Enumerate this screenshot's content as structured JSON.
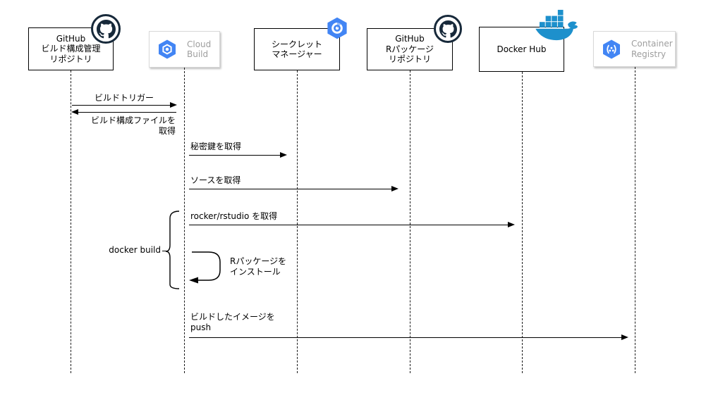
{
  "actors": [
    {
      "icon": "github-icon",
      "lines": [
        "GitHub",
        "ビルド構成管理",
        "リポジトリ"
      ]
    },
    {
      "icon": "cloud-build-icon",
      "lines": [
        "Cloud",
        "Build"
      ]
    },
    {
      "icon": "secret-manager-icon",
      "lines": [
        "シークレット",
        "マネージャー"
      ]
    },
    {
      "icon": "github-icon",
      "lines": [
        "GitHub",
        "Rパッケージ",
        "リポジトリ"
      ]
    },
    {
      "icon": "docker-whale-icon",
      "lines": [
        "Docker Hub"
      ]
    },
    {
      "icon": "container-registry-icon",
      "lines": [
        "Container",
        "Registry"
      ]
    }
  ],
  "messages": {
    "build_trigger": "ビルドトリガー",
    "fetch_build_config": [
      "ビルド構成ファイルを",
      "取得"
    ],
    "fetch_secret_key": "秘密鍵を取得",
    "fetch_source": "ソースを取得",
    "fetch_rocker_rstudio": "rocker/rstudio を取得",
    "docker_build": "docker build",
    "install_r_packages": [
      "Rパッケージを",
      "インストール"
    ],
    "push_built_image": [
      "ビルドしたイメージを",
      "push"
    ]
  },
  "colors": {
    "gcp_blue": "#4285f4",
    "github_dark": "#17293a",
    "docker_blue": "#1d90cc",
    "muted_text": "#9e9e9e",
    "card_border": "#d8d8d8",
    "line": "#000000"
  }
}
